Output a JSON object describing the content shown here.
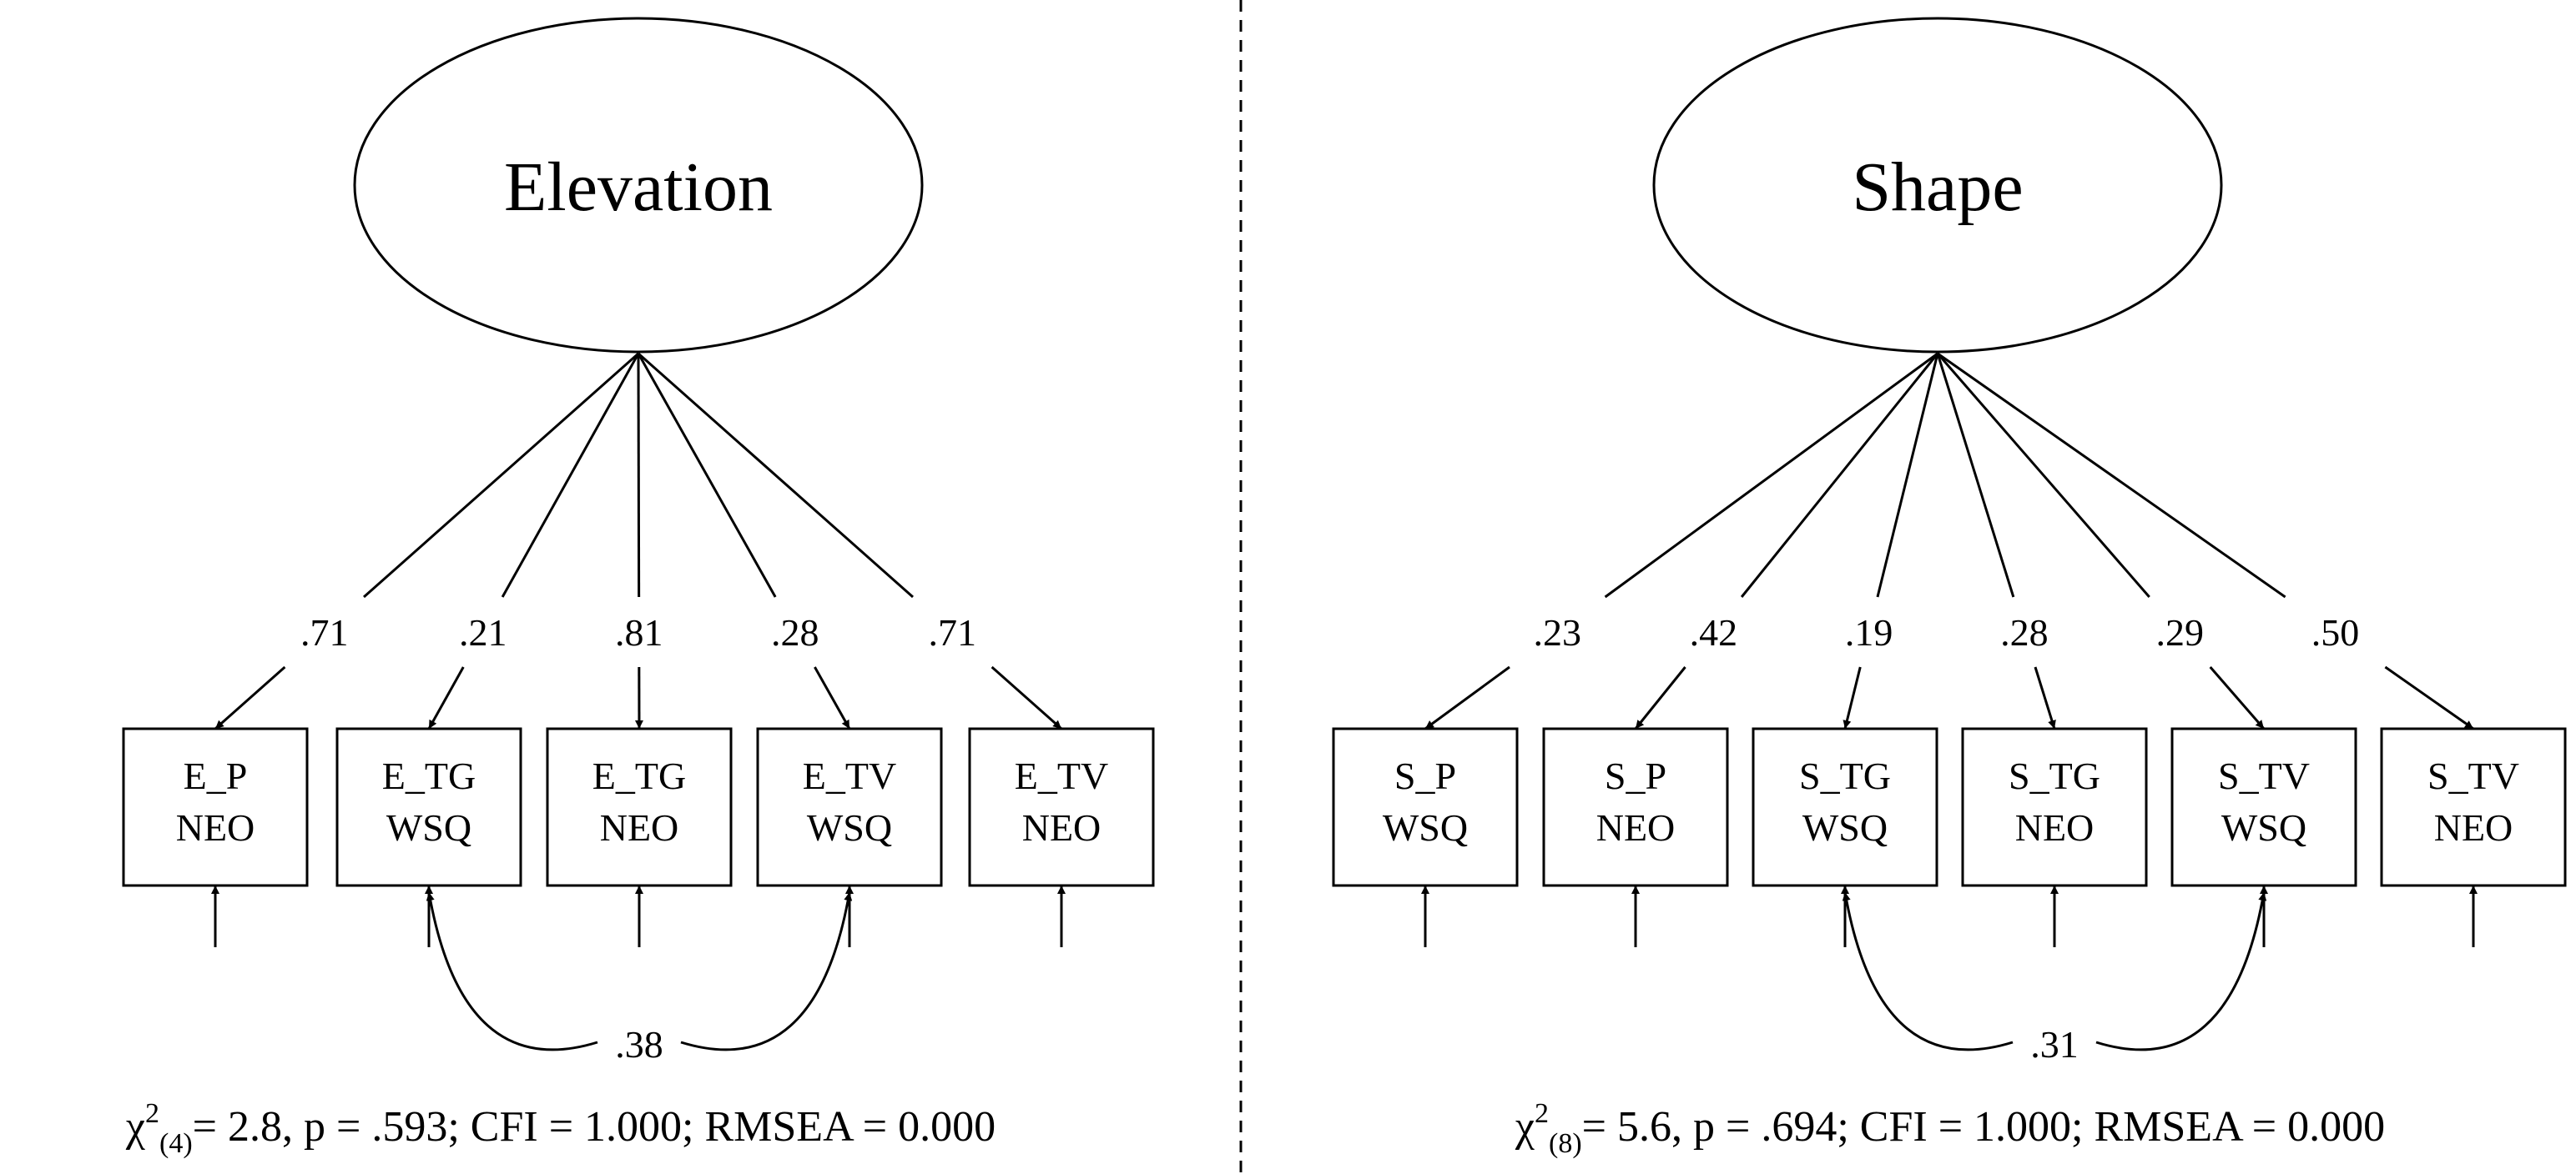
{
  "panels": [
    {
      "latent": "Elevation",
      "indicators": [
        {
          "line1": "E_P",
          "line2": "NEO",
          "loading": ".71"
        },
        {
          "line1": "E_TG",
          "line2": "WSQ",
          "loading": ".21"
        },
        {
          "line1": "E_TG",
          "line2": "NEO",
          "loading": ".81"
        },
        {
          "line1": "E_TV",
          "line2": "WSQ",
          "loading": ".28"
        },
        {
          "line1": "E_TV",
          "line2": "NEO",
          "loading": ".71"
        }
      ],
      "covariance": {
        "from": 1,
        "to": 3,
        "value": ".38"
      },
      "fit": {
        "chi": "χ",
        "sup": "2",
        "df": "(4)",
        "rest": "= 2.8, p = .593; CFI = 1.000; RMSEA = 0.000"
      }
    },
    {
      "latent": "Shape",
      "indicators": [
        {
          "line1": "S_P",
          "line2": "WSQ",
          "loading": ".23"
        },
        {
          "line1": "S_P",
          "line2": "NEO",
          "loading": ".42"
        },
        {
          "line1": "S_TG",
          "line2": "WSQ",
          "loading": ".19"
        },
        {
          "line1": "S_TG",
          "line2": "NEO",
          "loading": ".28"
        },
        {
          "line1": "S_TV",
          "line2": "WSQ",
          "loading": ".29"
        },
        {
          "line1": "S_TV",
          "line2": "NEO",
          "loading": ".50"
        }
      ],
      "covariance": {
        "from": 2,
        "to": 4,
        "value": ".31"
      },
      "fit": {
        "chi": "χ",
        "sup": "2",
        "df": "(8)",
        "rest": "= 5.6, p = .694; CFI = 1.000; RMSEA = 0.000"
      }
    }
  ]
}
